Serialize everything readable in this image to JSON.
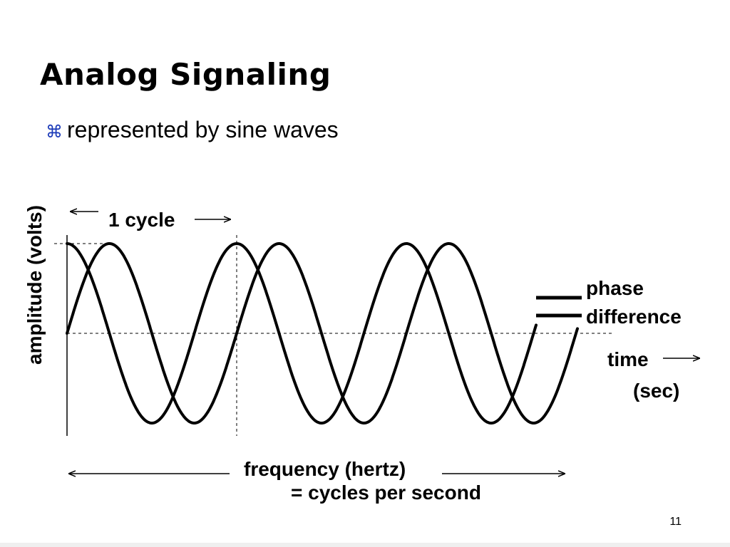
{
  "slide": {
    "title": "Analog Signaling",
    "bullet_icon": "place-of-interest-icon",
    "bullet_text": "represented by sine waves",
    "page_number": "11"
  },
  "diagram": {
    "y_axis_label": "amplitude (volts)",
    "cycle_label": "1 cycle",
    "phase_label_line1": "phase",
    "phase_label_line2": "difference",
    "time_label": "time",
    "time_unit_label": "(sec)",
    "frequency_label": "frequency (hertz)",
    "frequency_definition": "= cycles per second",
    "colors": {
      "wave": "#000000",
      "bullet": "#1a39b8"
    }
  }
}
